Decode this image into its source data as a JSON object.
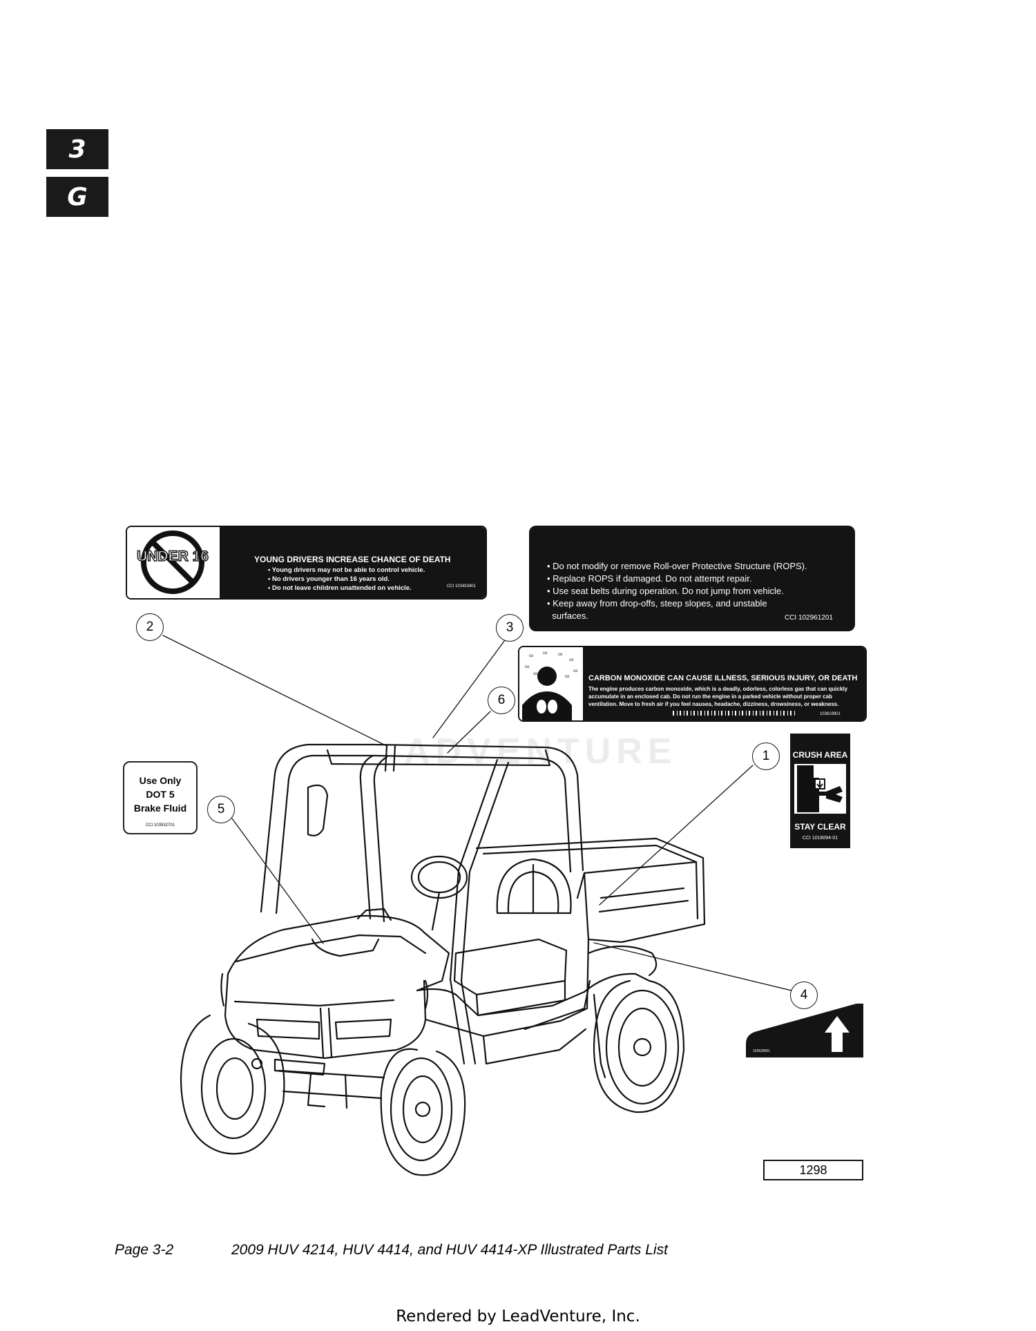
{
  "tabs": {
    "chapter": "3",
    "section": "G"
  },
  "watermark": "ADVENTURE",
  "decals": {
    "young_drivers": {
      "icon_text": "UNDER 16",
      "title": "YOUNG DRIVERS INCREASE CHANCE OF DEATH",
      "bullets": [
        "• Young drivers may not be able to control vehicle.",
        "• No drivers younger than 16 years old.",
        "• Do not leave children unattended on vehicle."
      ],
      "code": "CCI 103403401"
    },
    "rops": {
      "bullets": [
        "• Do not modify or remove Roll-over Protective Structure (ROPS).",
        "• Replace ROPS if damaged. Do not attempt repair.",
        "• Use seat belts during operation. Do not jump from vehicle.",
        "• Keep away from drop-offs, steep slopes, and unstable",
        "  surfaces."
      ],
      "code": "CCI 102961201"
    },
    "carbon_monoxide": {
      "title": "CARBON MONOXIDE CAN CAUSE ILLNESS, SERIOUS INJURY, OR DEATH",
      "body": "The engine produces carbon monoxide, which is a deadly, odorless, colorless gas that can quickly accumulate in an enclosed cab. Do not run the engine in a parked vehicle without proper cab ventilation. Move to fresh air if you feel nausea, headache, dizziness, drowsiness, or weakness.",
      "code": "103619901"
    },
    "brake_fluid": {
      "lines": [
        "Use Only",
        "DOT 5",
        "Brake Fluid"
      ],
      "code": "CCI 103532701"
    },
    "crush_area": {
      "top": "CRUSH AREA",
      "bottom": "STAY CLEAR",
      "code": "CCI 1018094-01"
    },
    "arrow": {
      "code": "103628901"
    }
  },
  "callouts": [
    "1",
    "2",
    "3",
    "4",
    "5",
    "6"
  ],
  "figure_id": "1298",
  "footer": {
    "page": "Page 3-2",
    "title": "2009 HUV 4214, HUV 4414, and HUV 4414-XP Illustrated Parts List",
    "rendered_by": "Rendered by LeadVenture, Inc."
  }
}
